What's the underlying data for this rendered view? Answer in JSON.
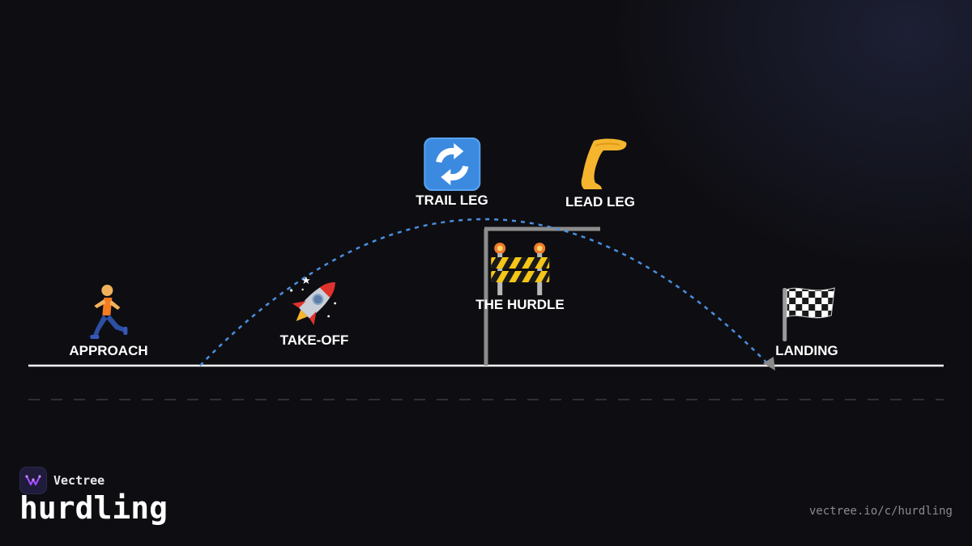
{
  "diagram": {
    "nodes": {
      "approach": {
        "label": "APPROACH",
        "icon": "running-person-icon"
      },
      "takeoff": {
        "label": "TAKE-OFF",
        "icon": "rocket-icon"
      },
      "trail_leg": {
        "label": "TRAIL LEG",
        "icon": "counterclockwise-arrows-icon"
      },
      "lead_leg": {
        "label": "LEAD LEG",
        "icon": "leg-icon"
      },
      "hurdle": {
        "label": "THE HURDLE",
        "icon": "construction-barrier-icon"
      },
      "landing": {
        "label": "LANDING",
        "icon": "checkered-flag-icon"
      }
    },
    "colors": {
      "background": "#0e0e12",
      "arc": "#4a8fe0",
      "ground": "#ffffff",
      "hurdle_bar": "#8c8c8c",
      "dashed_track": "#3a3a40"
    }
  },
  "branding": {
    "brand_name": "Vectree",
    "topic": "hurdling",
    "url": "vectree.io/c/hurdling",
    "accent": "#a64dff"
  }
}
